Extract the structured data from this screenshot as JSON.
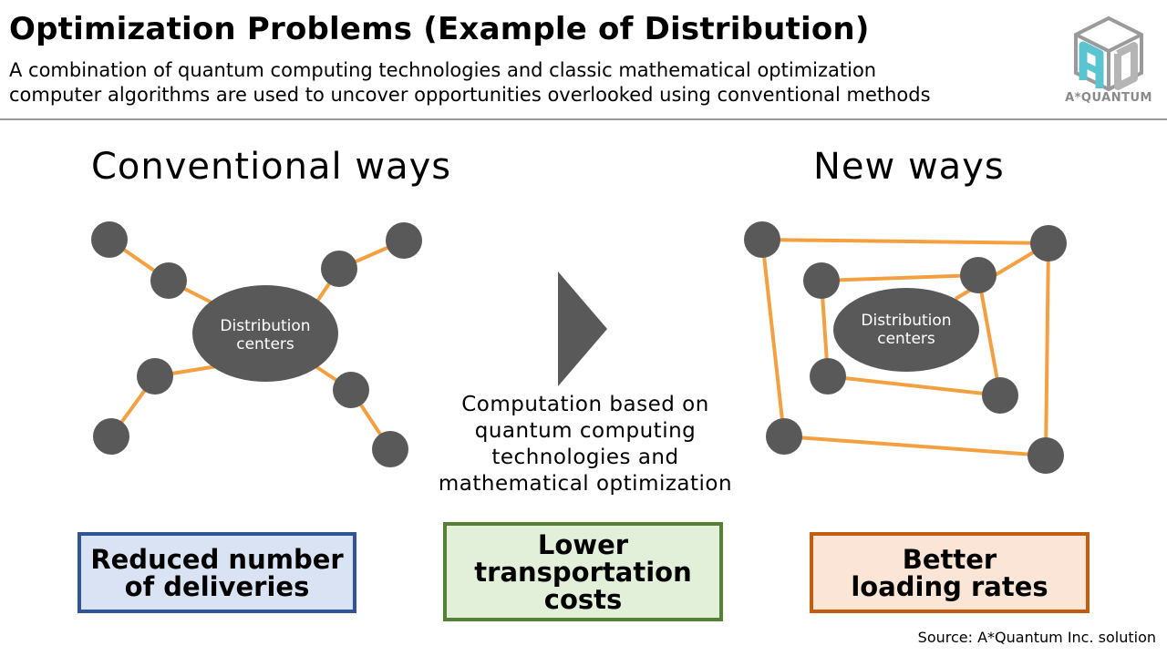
{
  "header": {
    "title": "Optimization Problems (Example of Distribution)",
    "subtitle_lines": [
      "A combination of quantum computing technologies and classic mathematical optimization",
      "computer algorithms are used to uncover opportunities overlooked using conventional methods"
    ],
    "logo_text": "A*QUANTUM"
  },
  "left_panel": {
    "heading": "Conventional ways",
    "hub_label_lines": [
      "Distribution",
      "centers"
    ]
  },
  "right_panel": {
    "heading": "New ways",
    "hub_label_lines": [
      "Distribution",
      "centers"
    ]
  },
  "middle": {
    "description_lines": [
      "Computation based on",
      "quantum computing",
      "technologies and",
      "mathematical optimization"
    ]
  },
  "results": [
    {
      "lines": [
        "Reduced number",
        "of deliveries"
      ]
    },
    {
      "lines": [
        "Lower",
        "transportation",
        "costs"
      ]
    },
    {
      "lines": [
        "Better",
        "loading rates"
      ]
    }
  ],
  "source": "Source: A*Quantum Inc. solution",
  "colors": {
    "node": "#595959",
    "route_line": "#f4a040",
    "arrow": "#595959",
    "logo_teal": "#5bc4d1",
    "logo_gray": "#9a9a9a",
    "box_blue_fill": "#dae3f3",
    "box_blue_border": "#2f5597",
    "box_green_fill": "#e2f0d9",
    "box_green_border": "#548235",
    "box_orange_fill": "#fbe5d6",
    "box_orange_border": "#c55a11"
  }
}
